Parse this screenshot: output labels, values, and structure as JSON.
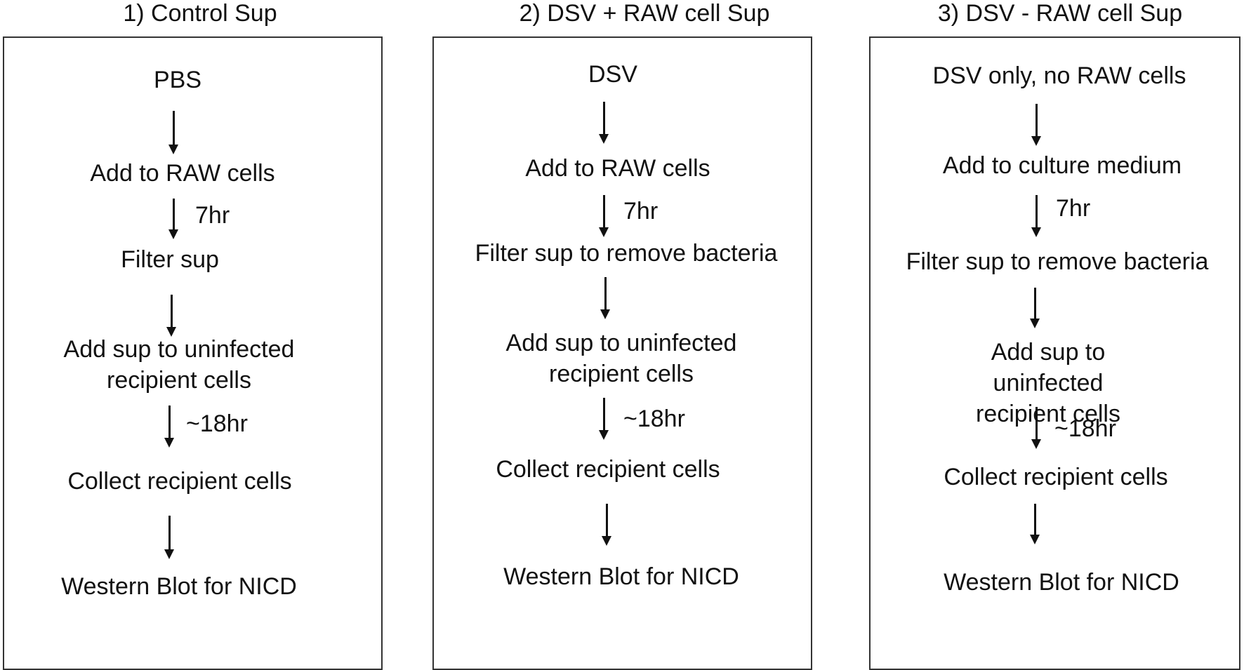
{
  "panels": [
    {
      "title": "1) Control Sup",
      "steps": [
        "PBS",
        "Add to RAW cells",
        "Filter sup",
        "Add sup to uninfected\nrecipient cells",
        "Collect recipient cells",
        "Western Blot for NICD"
      ],
      "arrow_labels": [
        "",
        "7hr",
        "",
        "~18hr",
        ""
      ]
    },
    {
      "title": "2) DSV + RAW cell Sup",
      "steps": [
        "DSV",
        "Add to RAW cells",
        "Filter sup to remove bacteria",
        "Add sup to uninfected\nrecipient cells",
        "Collect recipient cells",
        "Western Blot for NICD"
      ],
      "arrow_labels": [
        "",
        "7hr",
        "",
        "~18hr",
        ""
      ]
    },
    {
      "title": "3) DSV - RAW cell Sup",
      "steps": [
        "DSV only, no RAW cells",
        "Add to culture medium",
        "Filter sup to remove bacteria",
        "Add sup to uninfected\nrecipient cells",
        "Collect recipient cells",
        "Western Blot for NICD"
      ],
      "arrow_labels": [
        "",
        "7hr",
        "",
        "~18hr",
        ""
      ]
    }
  ]
}
